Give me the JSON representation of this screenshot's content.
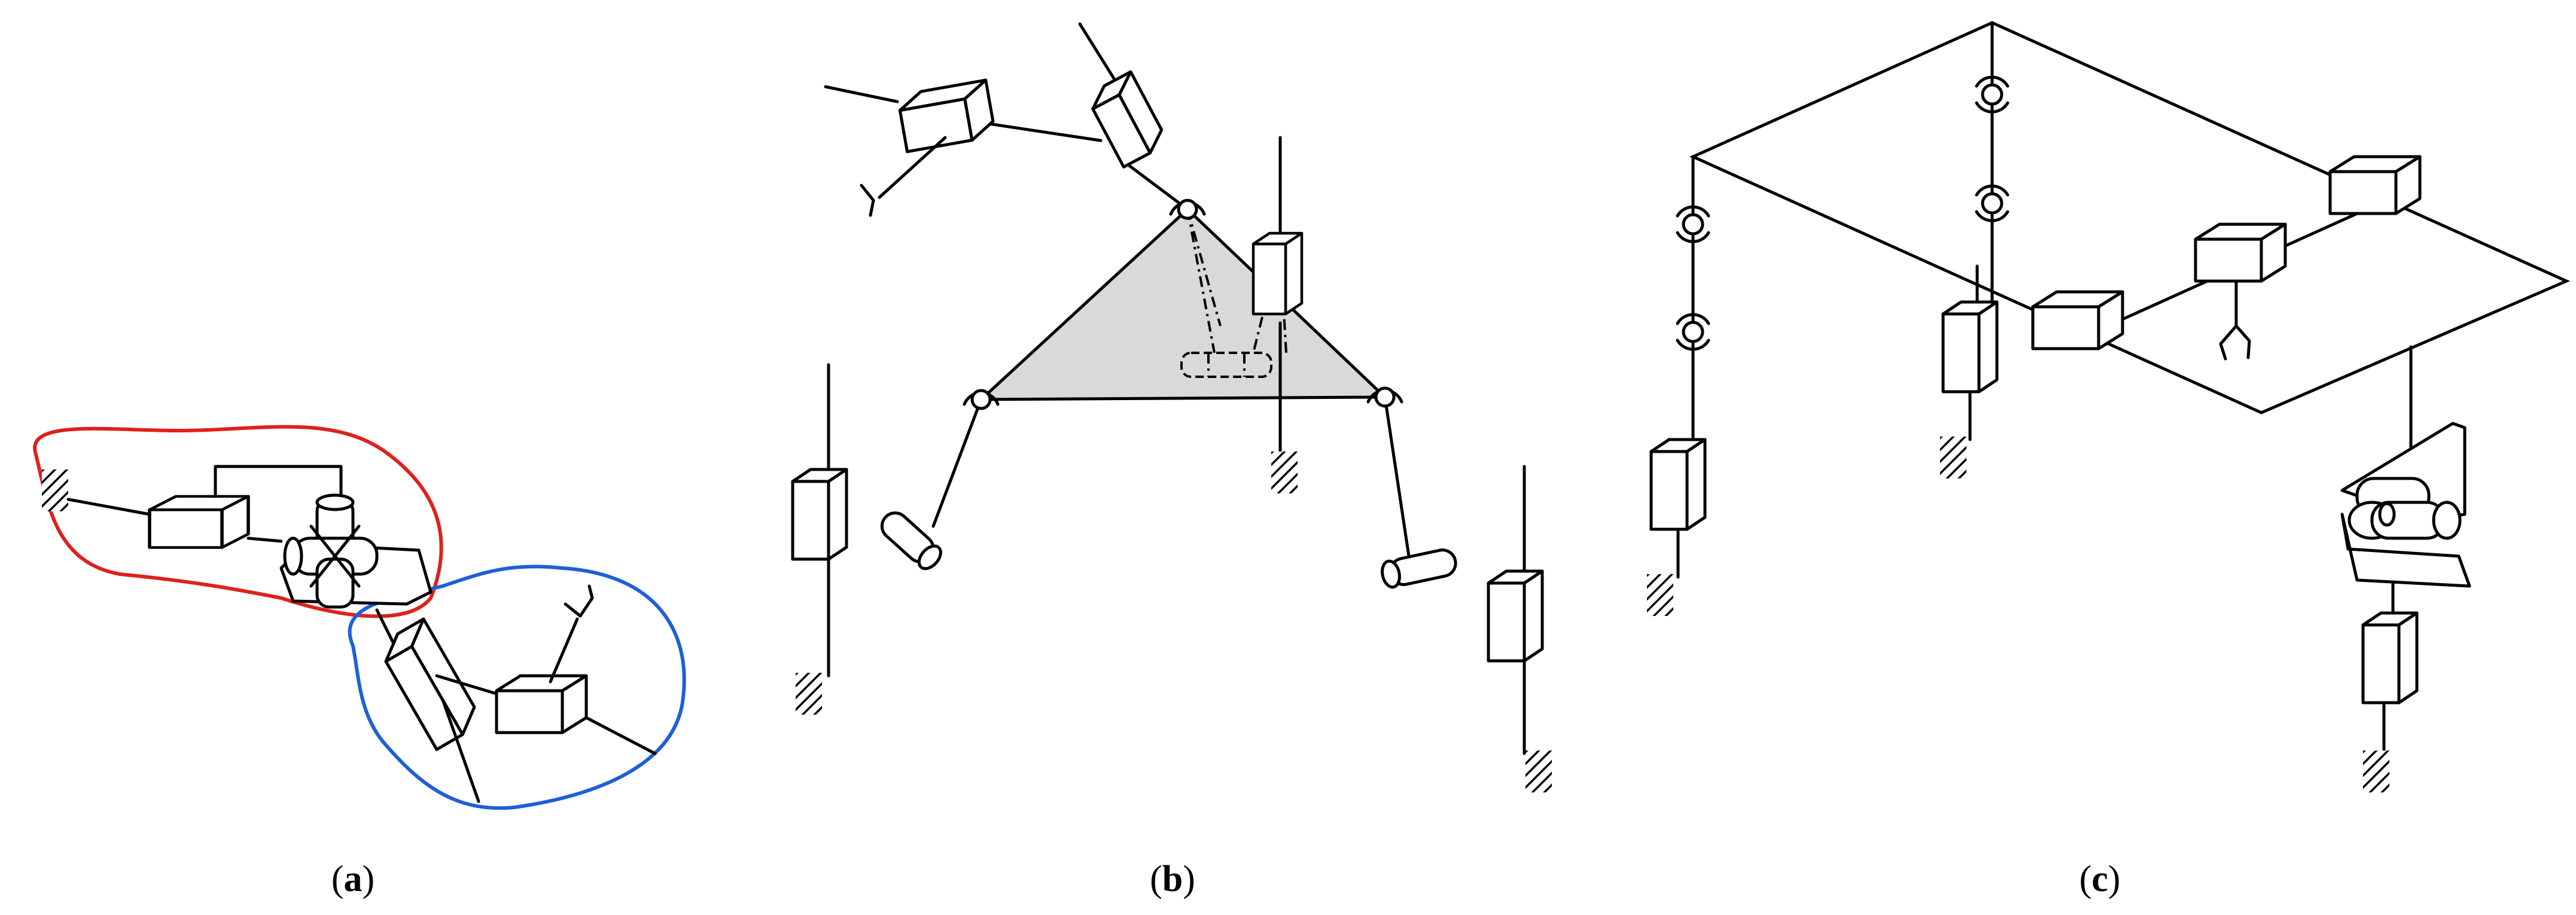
{
  "figure": {
    "panels": [
      {
        "id": "a",
        "open": "(",
        "letter": "a",
        "close": ")"
      },
      {
        "id": "b",
        "open": "(",
        "letter": "b",
        "close": ")"
      },
      {
        "id": "c",
        "open": "(",
        "letter": "c",
        "close": ")"
      }
    ],
    "colors": {
      "line": "#000000",
      "platform_fill": "#d9d9d9",
      "outline_red": "#e0201c",
      "outline_blue": "#1f5fd6",
      "background": "#ffffff"
    }
  }
}
